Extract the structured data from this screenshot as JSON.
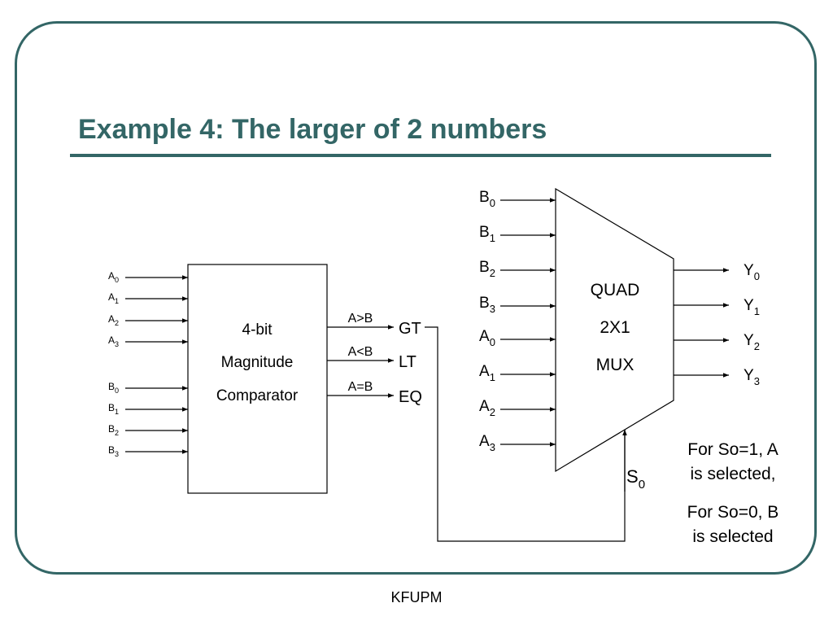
{
  "title": "Example 4: The larger of 2 numbers",
  "footer": "KFUPM",
  "comparator": {
    "label_lines": [
      "4-bit",
      "Magnitude",
      "Comparator"
    ],
    "inputs_a": [
      "0",
      "1",
      "2",
      "3"
    ],
    "inputs_b": [
      "0",
      "1",
      "2",
      "3"
    ],
    "outputs": [
      {
        "condition": "A>B",
        "signal": "GT"
      },
      {
        "condition": "A<B",
        "signal": "LT"
      },
      {
        "condition": "A=B",
        "signal": "EQ"
      }
    ]
  },
  "mux": {
    "label_lines": [
      "QUAD",
      "2X1",
      "MUX"
    ],
    "inputs": [
      {
        "base": "B",
        "sub": "0"
      },
      {
        "base": "B",
        "sub": "1"
      },
      {
        "base": "B",
        "sub": "2"
      },
      {
        "base": "B",
        "sub": "3"
      },
      {
        "base": "A",
        "sub": "0"
      },
      {
        "base": "A",
        "sub": "1"
      },
      {
        "base": "A",
        "sub": "2"
      },
      {
        "base": "A",
        "sub": "3"
      }
    ],
    "outputs": [
      {
        "base": "Y",
        "sub": "0"
      },
      {
        "base": "Y",
        "sub": "1"
      },
      {
        "base": "Y",
        "sub": "2"
      },
      {
        "base": "Y",
        "sub": "3"
      }
    ],
    "select": {
      "base": "S",
      "sub": "0"
    }
  },
  "notes": [
    [
      "For So=1, A",
      "is selected,"
    ],
    [
      "For So=0, B",
      "is selected"
    ]
  ]
}
